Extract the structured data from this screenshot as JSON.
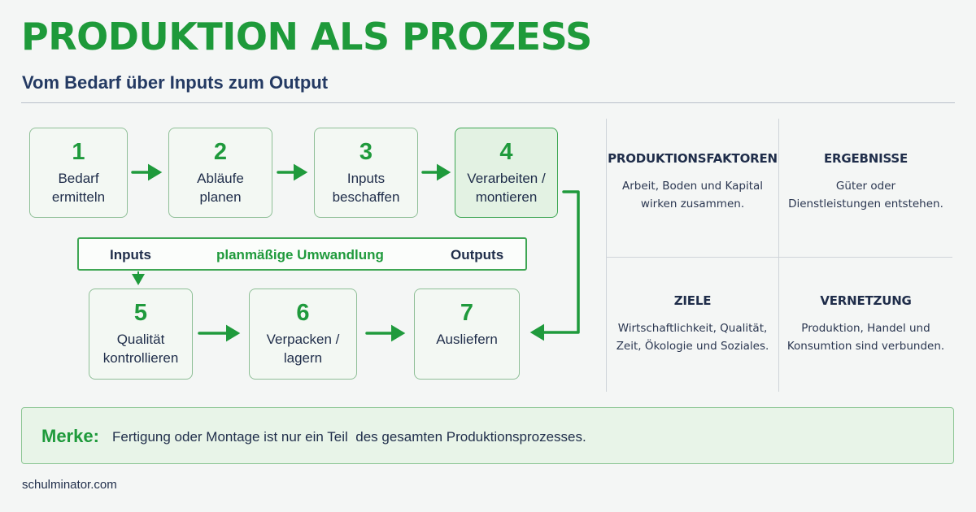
{
  "header": {
    "title": "PRODUKTION ALS PROZESS",
    "subtitle": "Vom Bedarf über Inputs zum Output"
  },
  "steps": [
    {
      "num": "1",
      "label": "Bedarf\nermitteln"
    },
    {
      "num": "2",
      "label": "Abläufe\nplanen"
    },
    {
      "num": "3",
      "label": "Inputs\nbeschaffen"
    },
    {
      "num": "4",
      "label": "Verarbeiten /\nmontieren"
    },
    {
      "num": "5",
      "label": "Qualität\nkontrollieren"
    },
    {
      "num": "6",
      "label": "Verpacken /\nlagern"
    },
    {
      "num": "7",
      "label": "Ausliefern"
    }
  ],
  "flow": {
    "inputs": "Inputs",
    "transformation": "planmäßige Umwandlung",
    "outputs": "Outputs"
  },
  "panel": [
    {
      "title": "PRODUKTIONSFAKTOREN",
      "text": "Arbeit, Boden und Kapital\nwirken zusammen."
    },
    {
      "title": "ERGEBNISSE",
      "text": "Güter oder\nDienstleistungen entstehen."
    },
    {
      "title": "ZIELE",
      "text": "Wirtschaftlichkeit, Qualität,\nZeit, Ökologie und Soziales."
    },
    {
      "title": "VERNETZUNG",
      "text": "Produktion, Handel und\nKonsumtion sind verbunden."
    }
  ],
  "note": {
    "label": "Merke:",
    "text": "Fertigung oder Montage ist nur ein Teil  des gesamten Produktionsprozesses."
  },
  "footer": {
    "site": "schulminator.com"
  },
  "colors": {
    "accent": "#1e9a3a",
    "navy": "#243a63",
    "box_border": "#8fbf97"
  }
}
